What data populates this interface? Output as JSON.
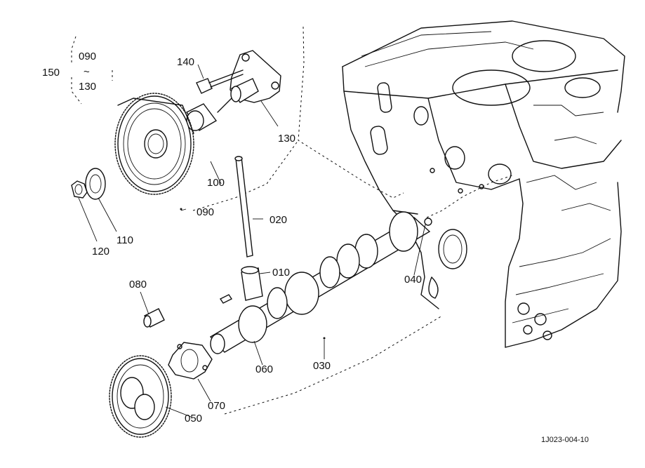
{
  "labels": {
    "p150": "150",
    "p090_top": "090",
    "p130_top": "130",
    "tilde": "~",
    "p140": "140",
    "p130": "130",
    "p100": "100",
    "p090": "090",
    "p020": "020",
    "p110": "110",
    "p120": "120",
    "p010": "010",
    "p040": "040",
    "p080": "080",
    "p030": "030",
    "p060": "060",
    "p070": "070",
    "p050": "050"
  },
  "drawing_id": "1J023-004-10"
}
